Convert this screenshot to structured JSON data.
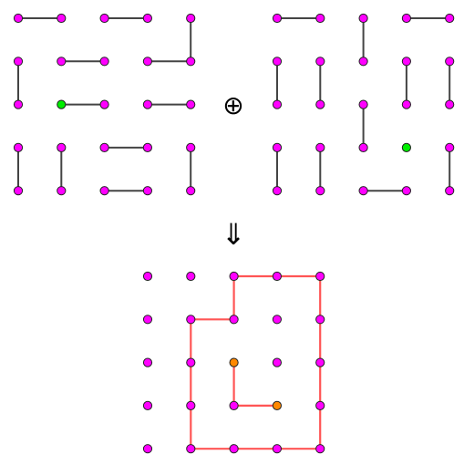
{
  "colors": {
    "vertex": "#ff00ff",
    "vertex_stroke": "#222222",
    "matching_edge": "#444444",
    "green": "#00ee00",
    "orange": "#ff8800",
    "path": "#ff5555"
  },
  "operators": {
    "xor": "⊕",
    "implies": "⇓"
  },
  "grids": [
    {
      "id": "left-matching",
      "rows": 5,
      "cols": 5,
      "edges": [
        [
          [
            0,
            0
          ],
          [
            1,
            0
          ]
        ],
        [
          [
            0,
            1
          ],
          [
            0,
            2
          ]
        ],
        [
          [
            0,
            3
          ],
          [
            0,
            4
          ]
        ],
        [
          [
            1,
            1
          ],
          [
            2,
            1
          ]
        ],
        [
          [
            1,
            2
          ],
          [
            2,
            2
          ]
        ],
        [
          [
            1,
            3
          ],
          [
            1,
            4
          ]
        ],
        [
          [
            2,
            0
          ],
          [
            3,
            0
          ]
        ],
        [
          [
            3,
            1
          ],
          [
            4,
            1
          ]
        ],
        [
          [
            3,
            2
          ],
          [
            4,
            2
          ]
        ],
        [
          [
            2,
            3
          ],
          [
            3,
            3
          ]
        ],
        [
          [
            2,
            4
          ],
          [
            3,
            4
          ]
        ],
        [
          [
            4,
            0
          ],
          [
            4,
            1
          ]
        ],
        [
          [
            4,
            3
          ],
          [
            4,
            4
          ]
        ]
      ],
      "special": [
        {
          "cell": [
            1,
            2
          ],
          "color": "green"
        }
      ]
    },
    {
      "id": "right-matching",
      "rows": 5,
      "cols": 5,
      "edges": [
        [
          [
            0,
            0
          ],
          [
            1,
            0
          ]
        ],
        [
          [
            0,
            1
          ],
          [
            0,
            2
          ]
        ],
        [
          [
            0,
            3
          ],
          [
            0,
            4
          ]
        ],
        [
          [
            1,
            1
          ],
          [
            1,
            2
          ]
        ],
        [
          [
            1,
            3
          ],
          [
            1,
            4
          ]
        ],
        [
          [
            2,
            0
          ],
          [
            2,
            1
          ]
        ],
        [
          [
            2,
            2
          ],
          [
            2,
            3
          ]
        ],
        [
          [
            2,
            4
          ],
          [
            3,
            4
          ]
        ],
        [
          [
            3,
            0
          ],
          [
            4,
            0
          ]
        ],
        [
          [
            3,
            1
          ],
          [
            3,
            2
          ]
        ],
        [
          [
            4,
            1
          ],
          [
            4,
            2
          ]
        ],
        [
          [
            4,
            3
          ],
          [
            4,
            4
          ]
        ]
      ],
      "special": [
        {
          "cell": [
            3,
            3
          ],
          "color": "green"
        }
      ]
    },
    {
      "id": "result-path",
      "rows": 5,
      "cols": 5,
      "edges": [
        [
          [
            2,
            2
          ],
          [
            2,
            3
          ]
        ],
        [
          [
            2,
            3
          ],
          [
            3,
            3
          ]
        ],
        [
          [
            2,
            2
          ],
          [
            2,
            2
          ]
        ]
      ],
      "path": [
        [
          2,
          2
        ],
        [
          2,
          3
        ],
        [
          3,
          3
        ]
      ],
      "long_path": [
        [
          2,
          0
        ],
        [
          2,
          1
        ],
        [
          1,
          1
        ],
        [
          1,
          2
        ],
        [
          1,
          3
        ],
        [
          1,
          4
        ],
        [
          2,
          4
        ],
        [
          3,
          4
        ],
        [
          4,
          4
        ],
        [
          4,
          3
        ],
        [
          4,
          2
        ],
        [
          4,
          1
        ],
        [
          4,
          0
        ],
        [
          3,
          0
        ],
        [
          2,
          0
        ]
      ],
      "special": [
        {
          "cell": [
            2,
            2
          ],
          "color": "orange"
        },
        {
          "cell": [
            3,
            3
          ],
          "color": "orange"
        }
      ]
    }
  ]
}
